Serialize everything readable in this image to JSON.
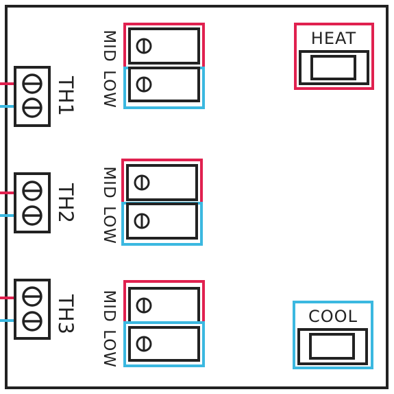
{
  "colors": {
    "line": "#222222",
    "mid_highlight": "#e0214f",
    "low_highlight": "#3bb8e0"
  },
  "terminal_blocks": [
    {
      "label": "TH1",
      "mid": "MID",
      "low": "LOW"
    },
    {
      "label": "TH2",
      "mid": "MID",
      "low": "LOW"
    },
    {
      "label": "TH3",
      "mid": "MID",
      "low": "LOW"
    }
  ],
  "heat": {
    "label": "HEAT"
  },
  "cool": {
    "label": "COOL"
  },
  "icons": [
    "screw-terminal-icon",
    "relay-icon",
    "switch-icon"
  ]
}
